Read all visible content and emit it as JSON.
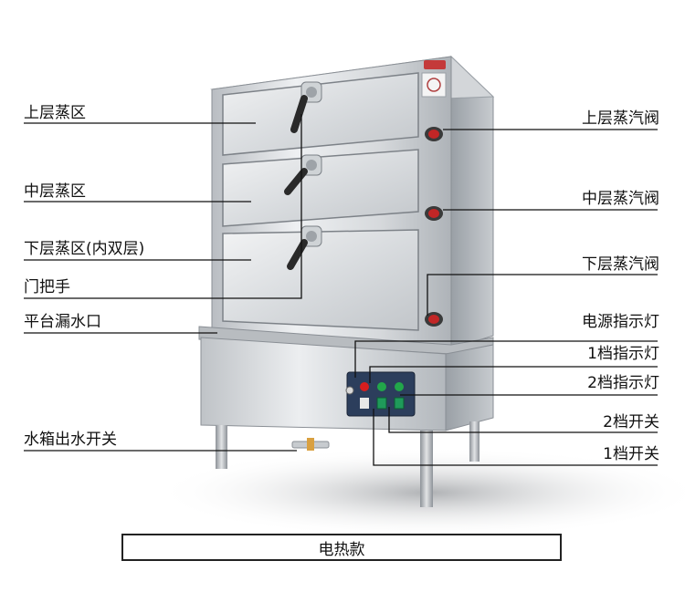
{
  "labels_left": [
    {
      "id": "upper-steam-zone",
      "text": "上层蒸区"
    },
    {
      "id": "middle-steam-zone",
      "text": "中层蒸区"
    },
    {
      "id": "lower-steam-zone",
      "text": "下层蒸区(内双层)"
    },
    {
      "id": "door-handle",
      "text": "门把手"
    },
    {
      "id": "platform-drain",
      "text": "平台漏水口"
    },
    {
      "id": "water-tank-outlet-switch",
      "text": "水箱出水开关"
    }
  ],
  "labels_right": [
    {
      "id": "upper-steam-valve",
      "text": "上层蒸汽阀"
    },
    {
      "id": "middle-steam-valve",
      "text": "中层蒸汽阀"
    },
    {
      "id": "lower-steam-valve",
      "text": "下层蒸汽阀"
    },
    {
      "id": "power-indicator",
      "text": "电源指示灯"
    },
    {
      "id": "level1-indicator",
      "text": "1档指示灯"
    },
    {
      "id": "level2-indicator",
      "text": "2档指示灯"
    },
    {
      "id": "level2-switch",
      "text": "2档开关"
    },
    {
      "id": "level1-switch",
      "text": "1档开关"
    }
  ],
  "caption": "电热款",
  "colors": {
    "steel_light": "#e4e6e8",
    "steel_mid": "#c4c8cc",
    "steel_dark": "#8e9399",
    "panel_blue": "#2c3e5c",
    "lamp_red": "#d81e1e",
    "lamp_green": "#22a64a",
    "line": "#111111"
  }
}
